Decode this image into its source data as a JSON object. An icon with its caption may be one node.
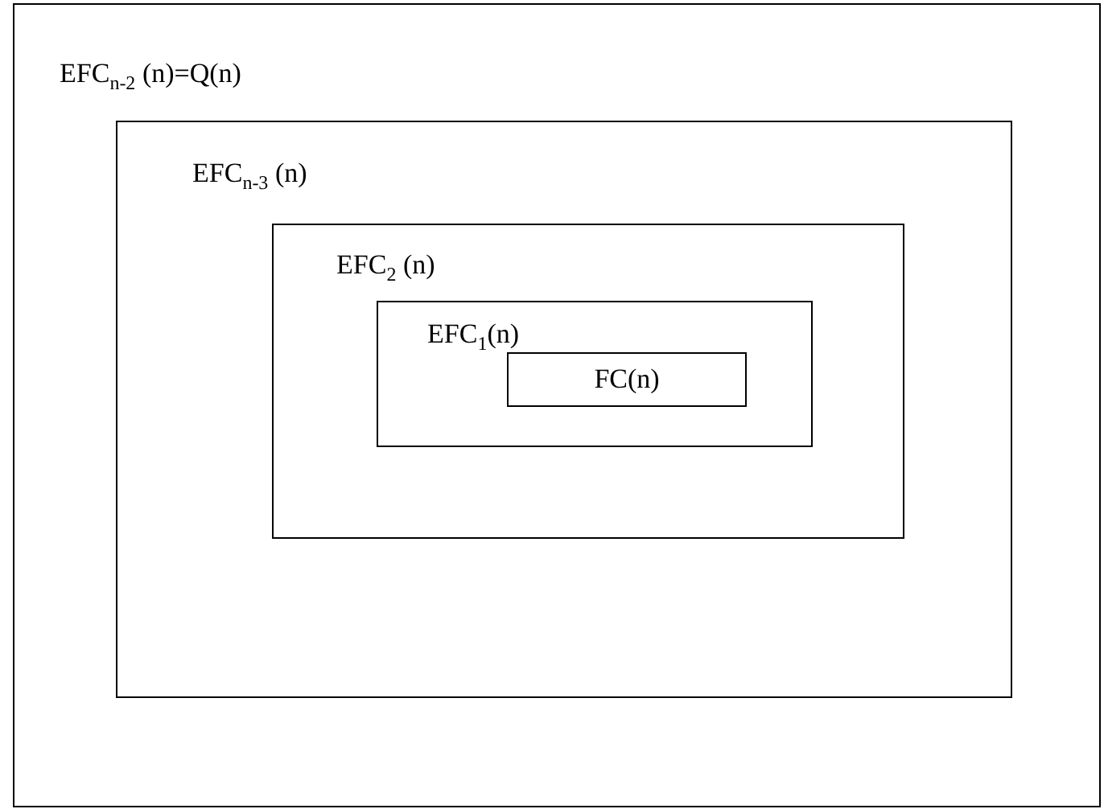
{
  "diagram": {
    "nodes": [
      {
        "text": [
          "EFC$_{n-2}$ (n)=Q(n)"
        ]
      },
      {
        "text": [
          "EFC$_{n-3}$ (n)"
        ],
        "in": 0
      },
      {
        "text": [
          "EFC$_{2}$ (n)"
        ],
        "in": 1
      },
      {
        "text": [
          "EFC$_{1}$(n)"
        ],
        "in": 2
      },
      {
        "text": [
          "FC(n)"
        ],
        "in": 3
      }
    ]
  }
}
